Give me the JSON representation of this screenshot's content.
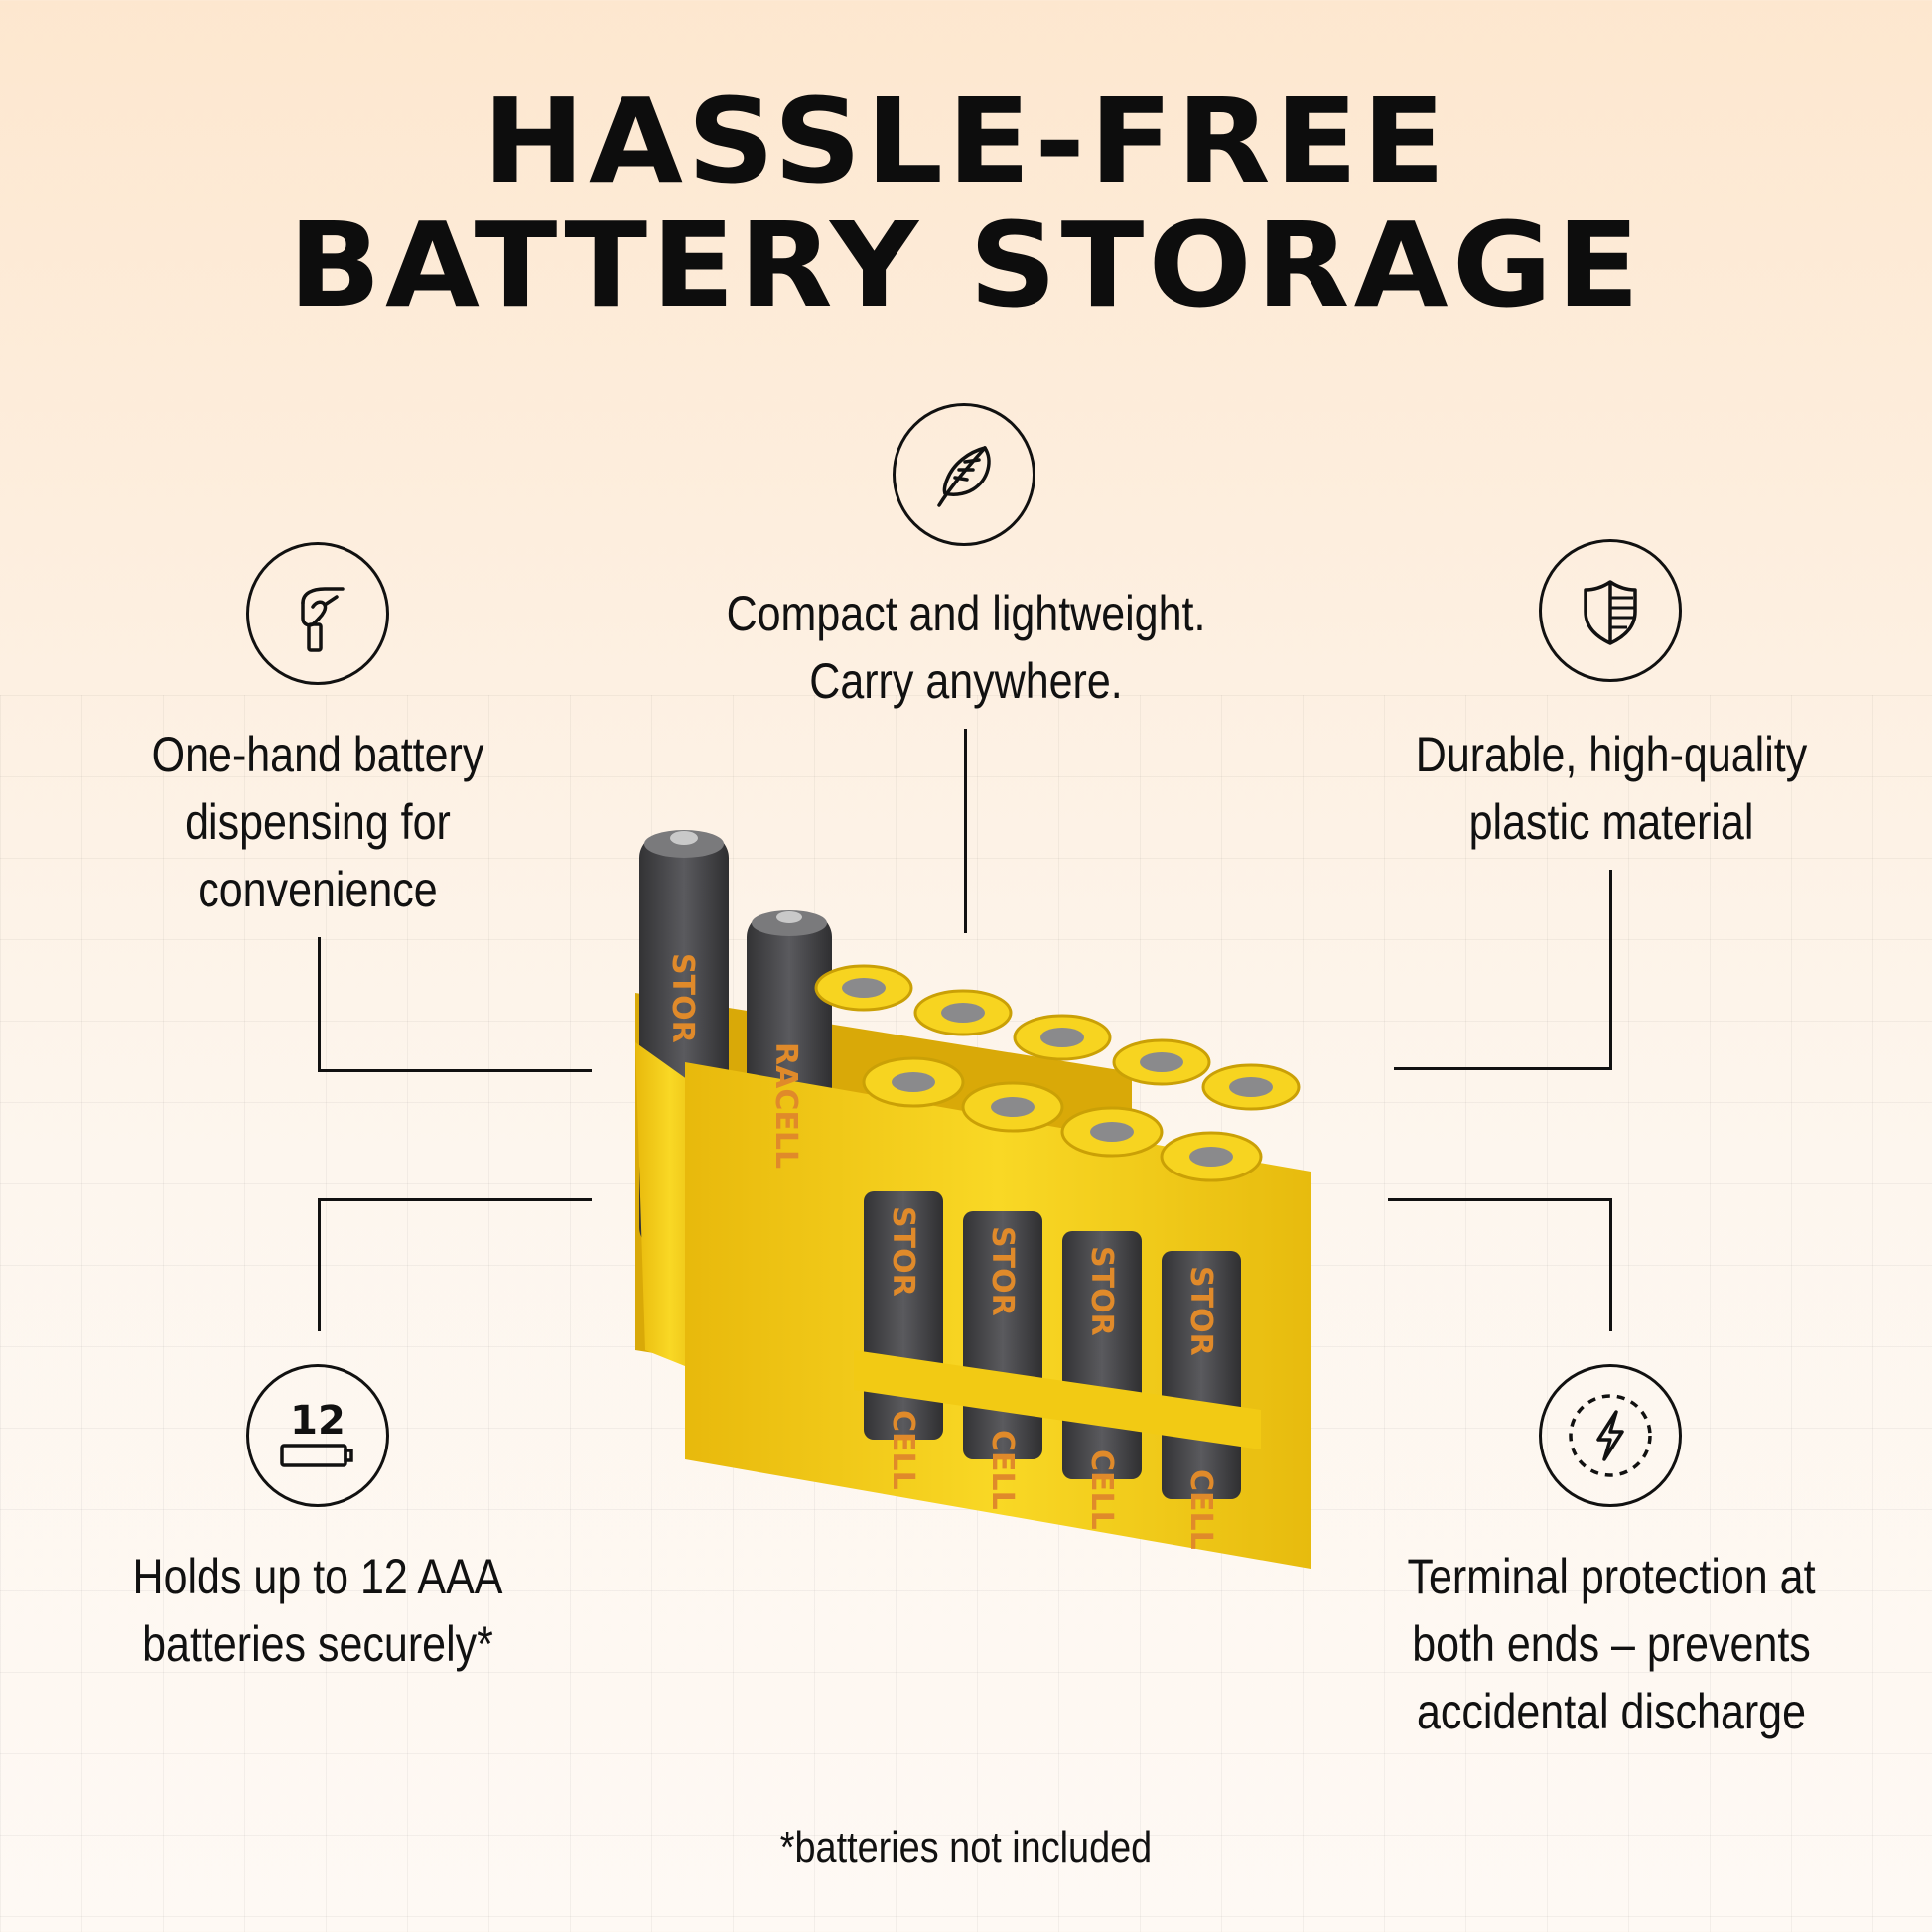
{
  "headline": {
    "line1": "HASSLE-FREE",
    "line2": "BATTERY STORAGE"
  },
  "features": {
    "compact": {
      "icon": "feather-icon",
      "text_line1": "Compact and lightweight.",
      "text_line2": "Carry anywhere."
    },
    "one_hand": {
      "icon": "hand-dispense-icon",
      "text_line1": "One-hand battery",
      "text_line2": "dispensing for",
      "text_line3": "convenience"
    },
    "durable": {
      "icon": "shield-icon",
      "text_line1": "Durable, high-quality",
      "text_line2": "plastic material"
    },
    "holds": {
      "icon": "battery-count-icon",
      "badge_number": "12",
      "text_line1": "Holds up to 12 AAA",
      "text_line2": "batteries securely*"
    },
    "terminal": {
      "icon": "lightning-protection-icon",
      "text_line1": "Terminal protection at",
      "text_line2": "both ends – prevents",
      "text_line3": "accidental discharge"
    }
  },
  "product": {
    "battery_brand": "STORACELL",
    "holder_color": "#f5d01c",
    "battery_color": "#4a4a4c",
    "brand_text_color": "#e08a2a"
  },
  "footnote": "*batteries not included"
}
